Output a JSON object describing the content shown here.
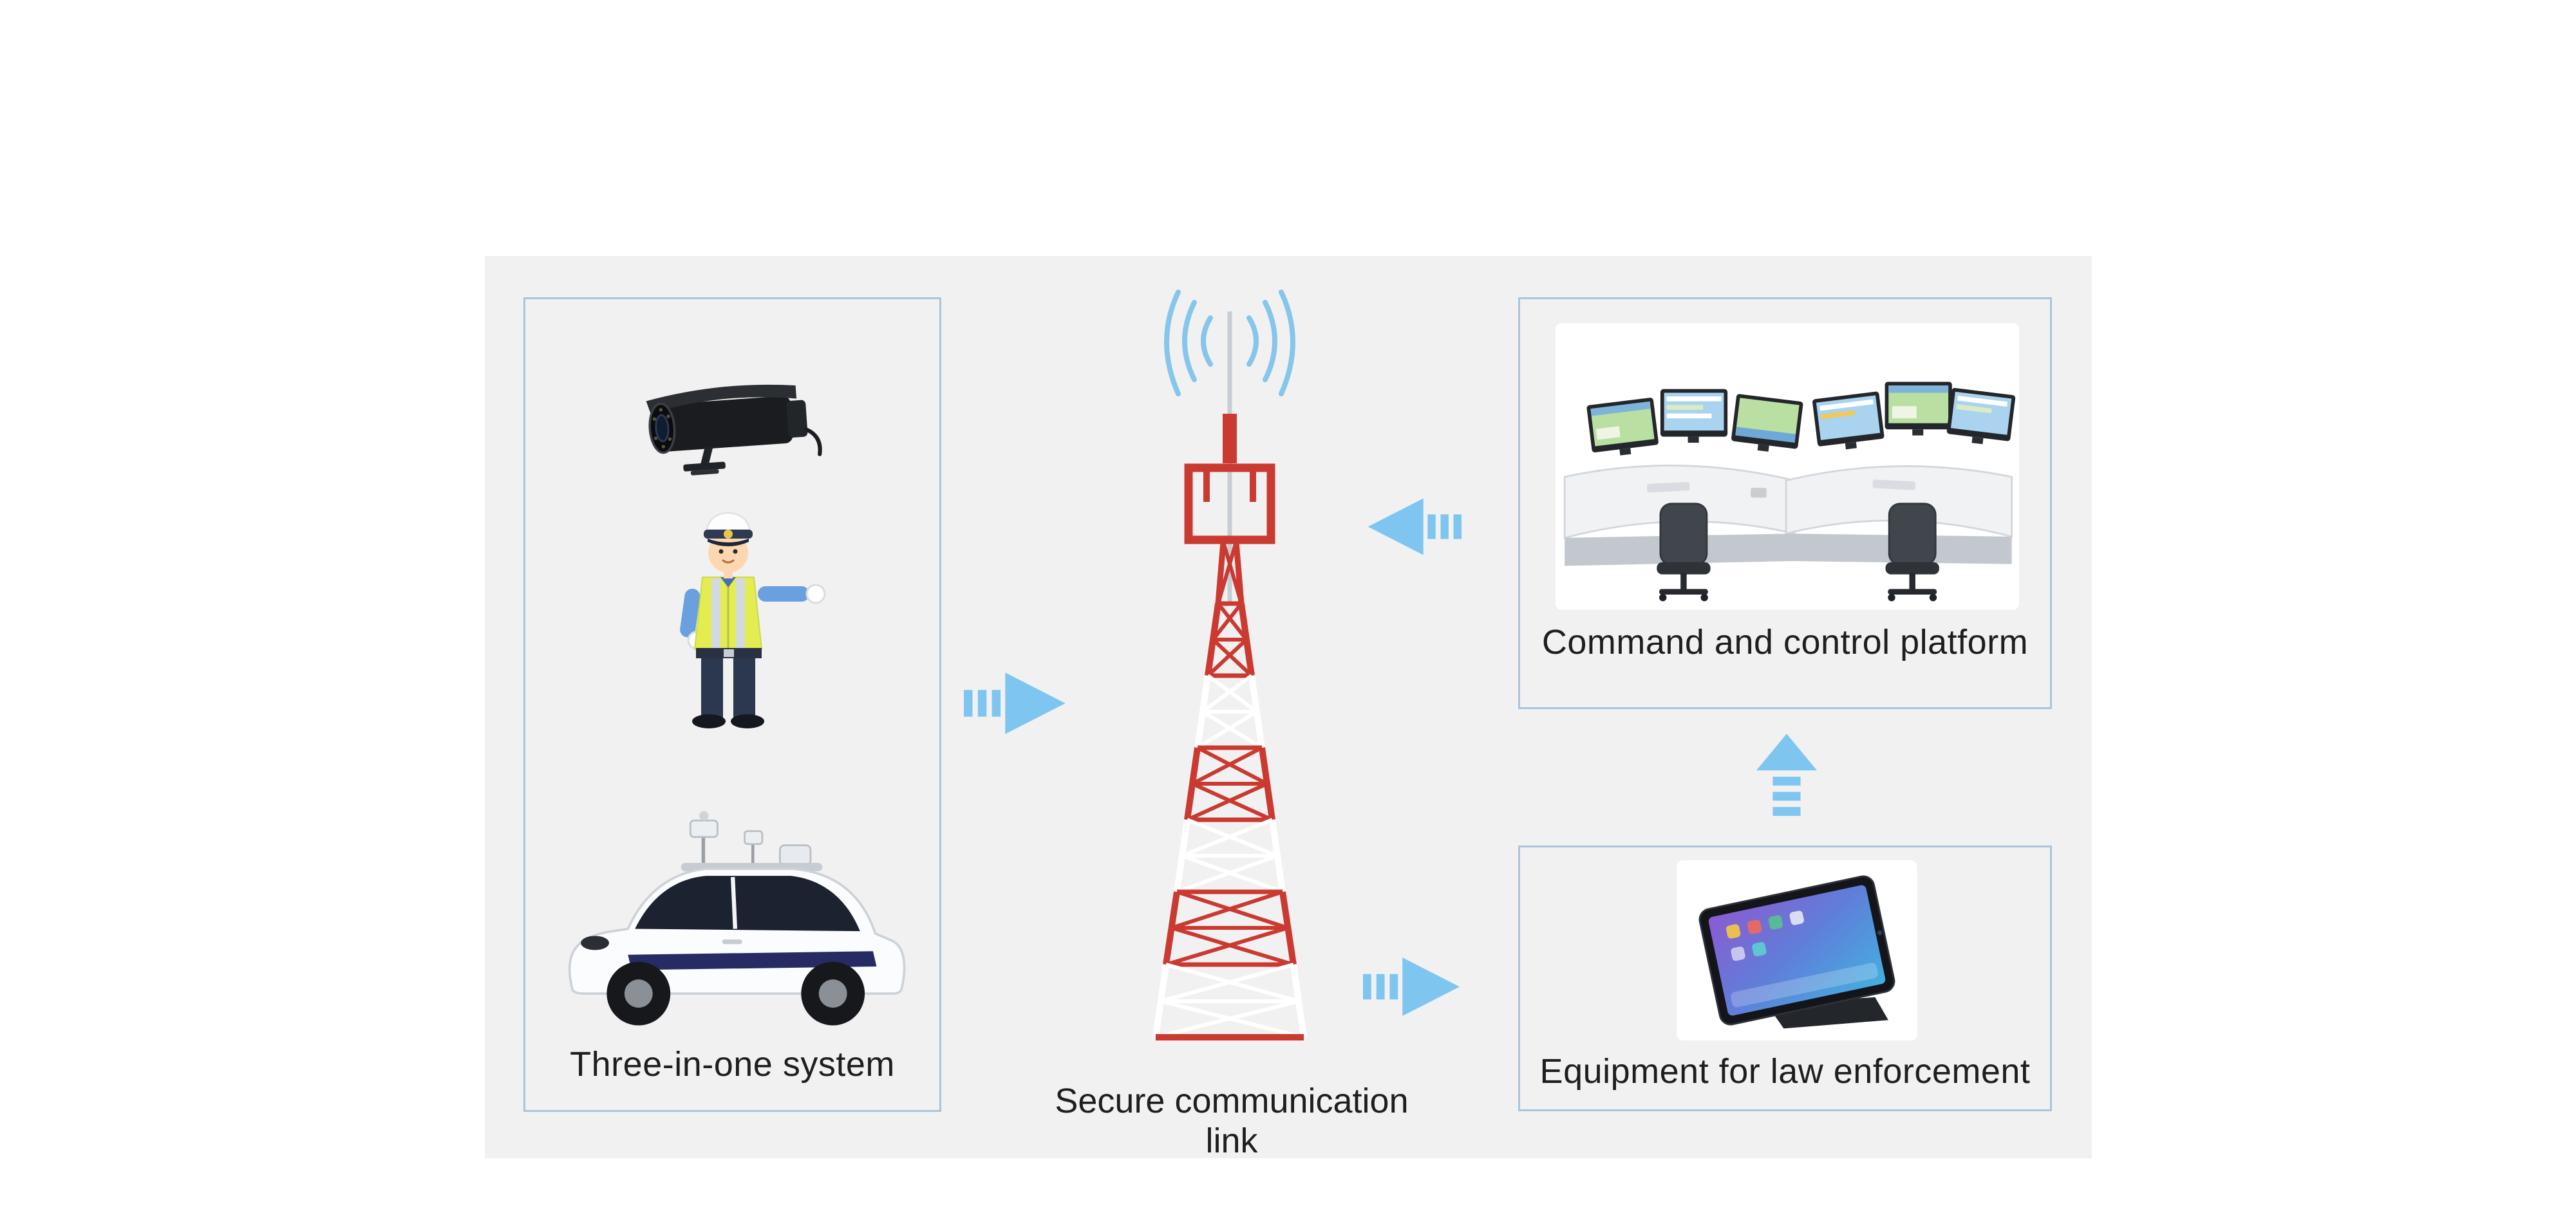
{
  "theme": {
    "panel_bg": "#f1f1f2",
    "box_border": "#aac4db",
    "arrow_blue": "#7ec6ef",
    "tower_red": "#cb3a31",
    "wave_blue": "#85c6ea",
    "text_color": "#1e1e20"
  },
  "diagram": {
    "left_box": {
      "label": "Three-in-one system"
    },
    "tower": {
      "label": "Secure communication link"
    },
    "top_right_box": {
      "label": "Command and control platform"
    },
    "bottom_right_box": {
      "label": "Equipment for law enforcement"
    },
    "images": {
      "left_box": [
        "surveillance-camera",
        "traffic-police-officer",
        "autonomous-patrol-car"
      ],
      "center": [
        "radio-waves",
        "lattice-communication-tower"
      ],
      "top_right": [
        "control-room-workstations"
      ],
      "bottom_right": [
        "law-enforcement-tablet"
      ],
      "arrows": [
        "arrow-right",
        "arrow-left",
        "arrow-right",
        "arrow-up"
      ]
    }
  }
}
